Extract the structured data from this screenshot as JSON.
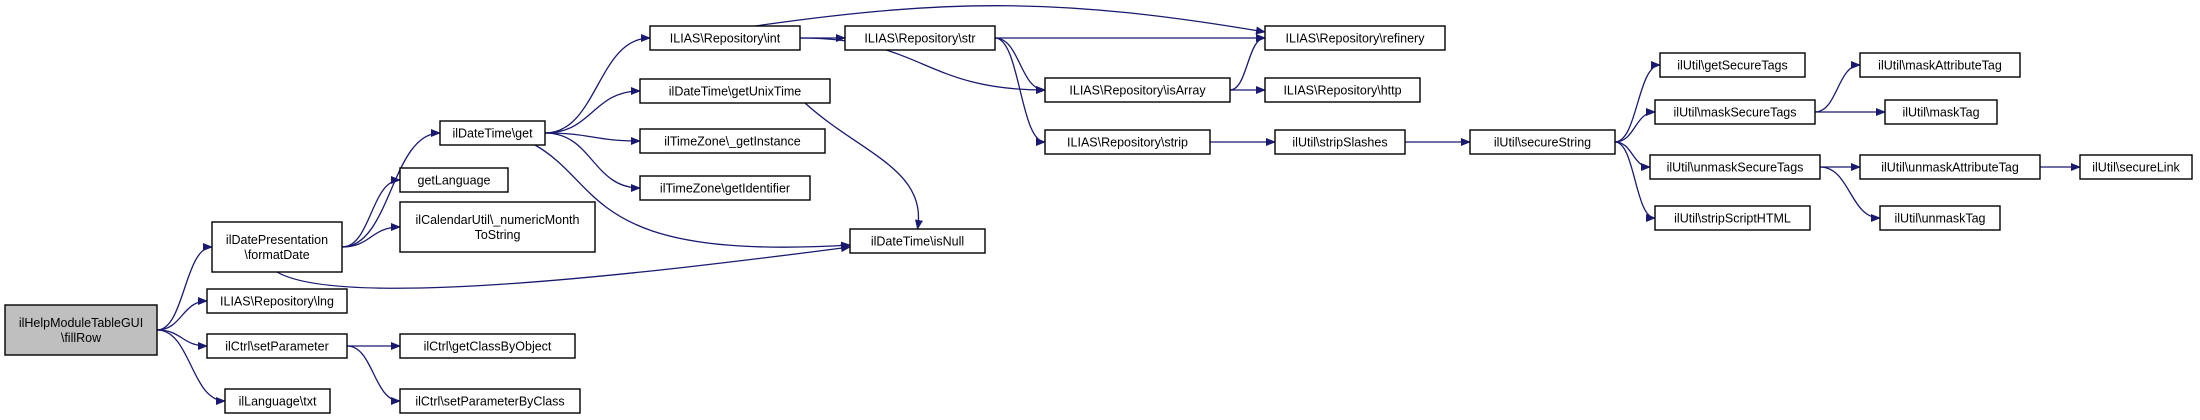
{
  "diagram": {
    "type": "call-graph",
    "colors": {
      "edge": "#191970",
      "node_border": "#000000",
      "root_fill": "#bfbfbf",
      "node_fill": "#ffffff"
    },
    "nodes": {
      "fillRow": "ilHelpModuleTableGUI\n\\fillRow",
      "formatDate": "ilDatePresentation\n\\formatDate",
      "lng": "ILIAS\\Repository\\lng",
      "setParameter": "ilCtrl\\setParameter",
      "txt": "ilLanguage\\txt",
      "dtGet": "ilDateTime\\get",
      "getLanguage": "getLanguage",
      "numericMonth": "ilCalendarUtil\\_numericMonth\nToString",
      "isNull": "ilDateTime\\isNull",
      "getClassByObject": "ilCtrl\\getClassByObject",
      "setParameterByClass": "ilCtrl\\setParameterByClass",
      "repoInt": "ILIAS\\Repository\\int",
      "getUnixTime": "ilDateTime\\getUnixTime",
      "getInstance": "ilTimeZone\\_getInstance",
      "getIdentifier": "ilTimeZone\\getIdentifier",
      "repoStr": "ILIAS\\Repository\\str",
      "refinery": "ILIAS\\Repository\\refinery",
      "isArray": "ILIAS\\Repository\\isArray",
      "strip": "ILIAS\\Repository\\strip",
      "http": "ILIAS\\Repository\\http",
      "stripSlashes": "ilUtil\\stripSlashes",
      "secureString": "ilUtil\\secureString",
      "getSecureTags": "ilUtil\\getSecureTags",
      "maskSecureTags": "ilUtil\\maskSecureTags",
      "unmaskSecureTags": "ilUtil\\unmaskSecureTags",
      "stripScriptHTML": "ilUtil\\stripScriptHTML",
      "maskAttributeTag": "ilUtil\\maskAttributeTag",
      "maskTag": "ilUtil\\maskTag",
      "unmaskAttributeTag": "ilUtil\\unmaskAttributeTag",
      "unmaskTag": "ilUtil\\unmaskTag",
      "secureLink": "ilUtil\\secureLink"
    },
    "edges": [
      [
        "fillRow",
        "formatDate"
      ],
      [
        "fillRow",
        "lng"
      ],
      [
        "fillRow",
        "setParameter"
      ],
      [
        "fillRow",
        "txt"
      ],
      [
        "formatDate",
        "dtGet"
      ],
      [
        "formatDate",
        "getLanguage"
      ],
      [
        "formatDate",
        "numericMonth"
      ],
      [
        "formatDate",
        "isNull"
      ],
      [
        "setParameter",
        "getClassByObject"
      ],
      [
        "setParameter",
        "setParameterByClass"
      ],
      [
        "dtGet",
        "repoInt"
      ],
      [
        "dtGet",
        "getUnixTime"
      ],
      [
        "dtGet",
        "getInstance"
      ],
      [
        "dtGet",
        "getIdentifier"
      ],
      [
        "dtGet",
        "isNull"
      ],
      [
        "getUnixTime",
        "isNull"
      ],
      [
        "repoInt",
        "repoStr"
      ],
      [
        "repoInt",
        "refinery"
      ],
      [
        "repoInt",
        "isArray"
      ],
      [
        "repoStr",
        "refinery"
      ],
      [
        "repoStr",
        "isArray"
      ],
      [
        "repoStr",
        "strip"
      ],
      [
        "isArray",
        "refinery"
      ],
      [
        "isArray",
        "http"
      ],
      [
        "strip",
        "stripSlashes"
      ],
      [
        "stripSlashes",
        "secureString"
      ],
      [
        "secureString",
        "getSecureTags"
      ],
      [
        "secureString",
        "maskSecureTags"
      ],
      [
        "secureString",
        "unmaskSecureTags"
      ],
      [
        "secureString",
        "stripScriptHTML"
      ],
      [
        "maskSecureTags",
        "maskAttributeTag"
      ],
      [
        "maskSecureTags",
        "maskTag"
      ],
      [
        "unmaskSecureTags",
        "unmaskAttributeTag"
      ],
      [
        "unmaskSecureTags",
        "unmaskTag"
      ],
      [
        "unmaskAttributeTag",
        "secureLink"
      ]
    ]
  }
}
